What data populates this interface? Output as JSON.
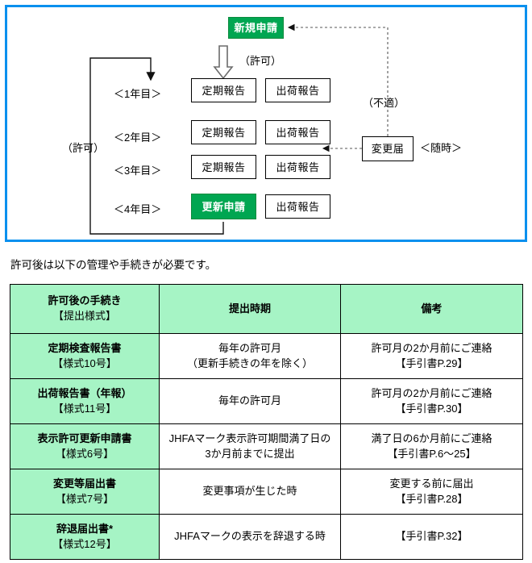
{
  "flowchart": {
    "panel_border_color": "#0a90ee",
    "accent_green": "#00a651",
    "nodes": {
      "new_application": "新規申請",
      "renewal_application": "更新申請",
      "change_notification": "変更届",
      "periodic_report": "定期報告",
      "shipment_report": "出荷報告"
    },
    "labels": {
      "permission_top": "（許可）",
      "permission_left": "（許可）",
      "unsuitable": "（不適）",
      "anytime": "＜随時＞"
    },
    "years": [
      "＜1年目＞",
      "＜2年目＞",
      "＜3年目＞",
      "＜4年目＞"
    ],
    "rows": [
      {
        "year": "＜1年目＞",
        "left": "定期報告",
        "right": "出荷報告",
        "left_green": false
      },
      {
        "year": "＜2年目＞",
        "left": "定期報告",
        "right": "出荷報告",
        "left_green": false
      },
      {
        "year": "＜3年目＞",
        "left": "定期報告",
        "right": "出荷報告",
        "left_green": false
      },
      {
        "year": "＜4年目＞",
        "left": "更新申請",
        "right": "出荷報告",
        "left_green": true
      }
    ]
  },
  "intro": {
    "text": "許可後は以下の管理や手続きが必要です。"
  },
  "table": {
    "header_bg": "#a6f4c5",
    "headers": {
      "col1_line1": "許可後の手続き",
      "col1_line2": "【提出様式】",
      "col2": "提出時期",
      "col3": "備考"
    },
    "rows": [
      {
        "name_line1": "定期検査報告書",
        "name_line2": "【様式10号】",
        "timing_line1": "毎年の許可月",
        "timing_line2": "（更新手続きの年を除く）",
        "note_line1": "許可月の2か月前にご連絡",
        "note_line2": "【手引書P.29】"
      },
      {
        "name_line1": "出荷報告書（年報）",
        "name_line2": "【様式11号】",
        "timing_line1": "毎年の許可月",
        "timing_line2": "",
        "note_line1": "許可月の2か月前にご連絡",
        "note_line2": "【手引書P.30】"
      },
      {
        "name_line1": "表示許可更新申請書",
        "name_line2": "【様式6号】",
        "timing_line1": "JHFAマーク表示許可期間満了日の",
        "timing_line2": "3か月前までに提出",
        "note_line1": "満了日の6か月前にご連絡",
        "note_line2": "【手引書P.6〜25】"
      },
      {
        "name_line1": "変更等届出書",
        "name_line2": "【様式7号】",
        "timing_line1": "変更事項が生じた時",
        "timing_line2": "",
        "note_line1": "変更する前に届出",
        "note_line2": "【手引書P.28】"
      },
      {
        "name_line1": "辞退届出書*",
        "name_line2": "【様式12号】",
        "timing_line1": "JHFAマークの表示を辞退する時",
        "timing_line2": "",
        "note_line1": "【手引書P.32】",
        "note_line2": ""
      }
    ]
  }
}
